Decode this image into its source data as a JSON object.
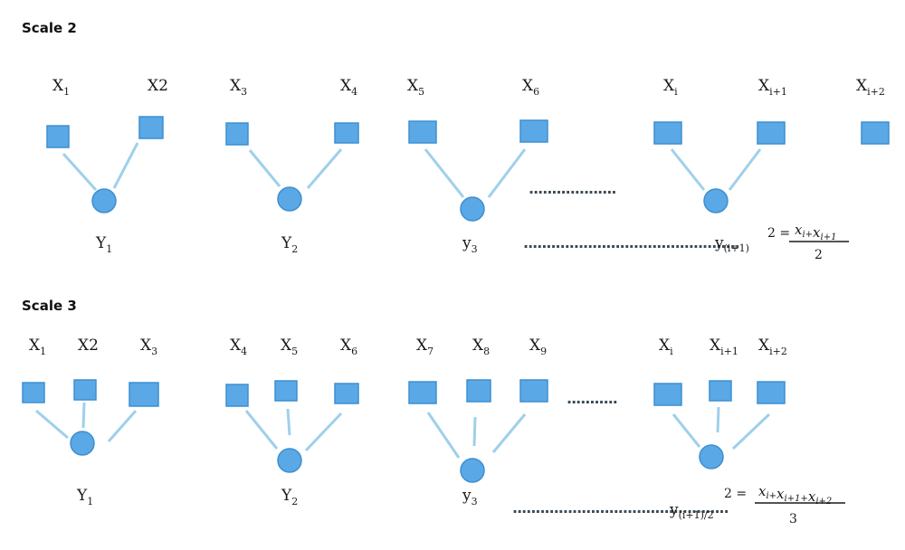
{
  "colors": {
    "node_fill": "#5aa9e6",
    "node_stroke": "#3d8fd0",
    "edge": "#9fd0ea",
    "text": "#1a1a1a"
  },
  "scale2": {
    "heading": "Scale 2",
    "x_labels": [
      {
        "base": "X",
        "sub": "1"
      },
      {
        "base": "X2",
        "sub": ""
      },
      {
        "base": "X",
        "sub": "3"
      },
      {
        "base": "X",
        "sub": "4"
      },
      {
        "base": "X",
        "sub": "5"
      },
      {
        "base": "X",
        "sub": "6"
      },
      {
        "base": "X",
        "sub": "i"
      },
      {
        "base": "X",
        "sub": "i+1"
      },
      {
        "base": "X",
        "sub": "i+2"
      }
    ],
    "y_labels": [
      {
        "base": "Y",
        "sub": "1"
      },
      {
        "base": "Y",
        "sub": "2"
      },
      {
        "base": "y",
        "sub": "3"
      }
    ],
    "dots_mid": "...................",
    "dots_formula": "...............................................",
    "formula": {
      "lhs_base": "y",
      "lhs_sub": "(i+1)",
      "lhs_tail": "2 =",
      "numerator": [
        {
          "base": "x",
          "sub": "i+"
        },
        {
          "base": "x",
          "sub": "i+1"
        }
      ],
      "denominator": "2"
    }
  },
  "scale3": {
    "heading": "Scale 3",
    "x_labels": [
      {
        "base": "X",
        "sub": "1"
      },
      {
        "base": "X2",
        "sub": ""
      },
      {
        "base": "X",
        "sub": "3"
      },
      {
        "base": "X",
        "sub": "4"
      },
      {
        "base": "X",
        "sub": "5"
      },
      {
        "base": "X",
        "sub": "6"
      },
      {
        "base": "X",
        "sub": "7"
      },
      {
        "base": "X",
        "sub": "8"
      },
      {
        "base": "X",
        "sub": "9"
      },
      {
        "base": "X",
        "sub": "i"
      },
      {
        "base": "X",
        "sub": "i+1"
      },
      {
        "base": "X",
        "sub": "i+2"
      }
    ],
    "y_labels": [
      {
        "base": "Y",
        "sub": "1"
      },
      {
        "base": "Y",
        "sub": "2"
      },
      {
        "base": "y",
        "sub": "3"
      }
    ],
    "dots_mid": "...........",
    "dots_formula": "...............................................",
    "formula": {
      "lhs_base": "y",
      "lhs_sub": "(i+1)/2",
      "lhs_tail": "2 =",
      "numerator": [
        {
          "base": "x",
          "sub": "i+"
        },
        {
          "base": "x",
          "sub": "i+1+"
        },
        {
          "base": "x",
          "sub": "i+2"
        }
      ],
      "denominator": "3"
    }
  }
}
